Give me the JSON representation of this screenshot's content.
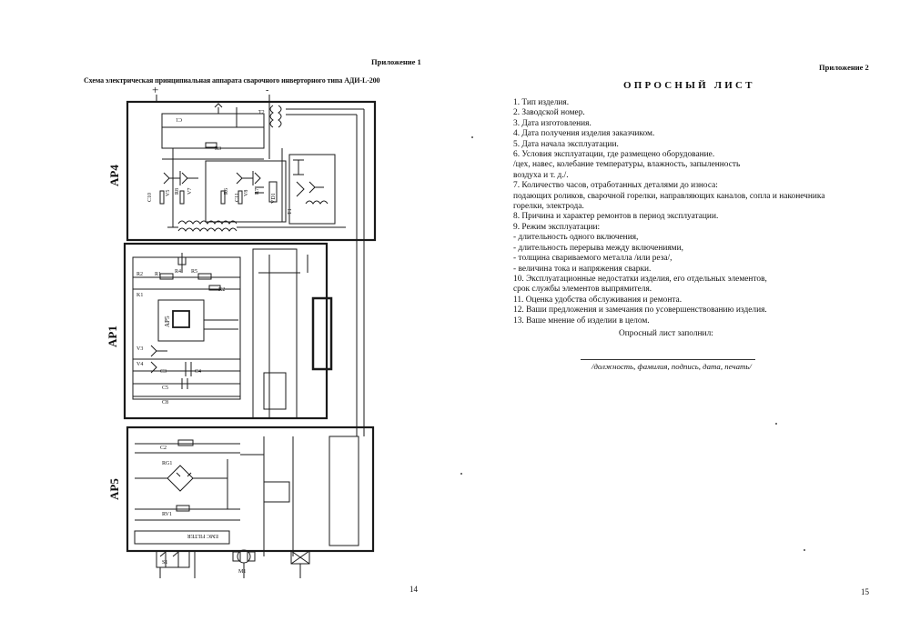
{
  "left_page": {
    "appendix": "Приложение 1",
    "title": "Схема электрическая принципиальная аппарата сварочного инверторного типа АДИ-L-200",
    "page_number": "14",
    "blocks": [
      "АР4",
      "АР1",
      "АР5"
    ],
    "block_inner": "АР5",
    "terminals": [
      "+",
      "-"
    ],
    "labels": {
      "c1": "С1",
      "r3": "R3",
      "t2": "T2",
      "c10": "С10",
      "v5": "V5",
      "r8": "R8",
      "c11": "С11",
      "v8": "V8",
      "v7": "V7",
      "r6": "R6",
      "r7": "R7",
      "vd1": "VD1",
      "t1": "T1",
      "r5": "R5",
      "r4": "R4",
      "r2": "R2",
      "r1": "R1",
      "k1": "K1",
      "k2": "K2",
      "v3": "V3",
      "v4": "V4",
      "c3": "С3",
      "c4": "С4",
      "c5": "С5",
      "c8": "С8",
      "c2": "С2",
      "rg1": "RG1",
      "rv1": "RV1",
      "m1": "M1",
      "s1": "S1",
      "emc": "EMC FILTER"
    }
  },
  "right_page": {
    "appendix": "Приложение 2",
    "title": "ОПРОСНЫЙ ЛИСТ",
    "items": [
      "1. Тип изделия.",
      "2. Заводской номер.",
      "3. Дата изготовления.",
      "4. Дата получения изделия заказчиком.",
      "5. Дата начала эксплуатации.",
      "6. Условия эксплуатации, где размещено оборудование.",
      "/цех, навес, колебание температуры, влажность, запыленность",
      "воздуха и т. д./.",
      "7. Количество часов, отработанных деталями до износа:",
      "подающих роликов, сварочной горелки, направляющих каналов, сопла и наконечника",
      "горелки, электрода.",
      "8. Причина и характер ремонтов в период эксплуатации.",
      "9. Режим эксплуатации:",
      "- длительность одного включения,",
      "- длительность перерыва между включениями,",
      "- толщина свариваемого металла /или реза/,",
      "- величина тока и напряжения сварки.",
      "10. Эксплуатационные недостатки изделия, его отдельных элементов,",
      "срок службы элементов выпрямителя.",
      "11. Оценка удобства обслуживания и ремонта.",
      "12. Ваши предложения и замечания по усовершенствованию изделия.",
      "13. Ваше мнение об изделии в целом."
    ],
    "filled_by": "Опросный лист заполнил:",
    "signature_caption": "/должность, фамилия, подпись, дата, печать/",
    "page_number": "15"
  }
}
